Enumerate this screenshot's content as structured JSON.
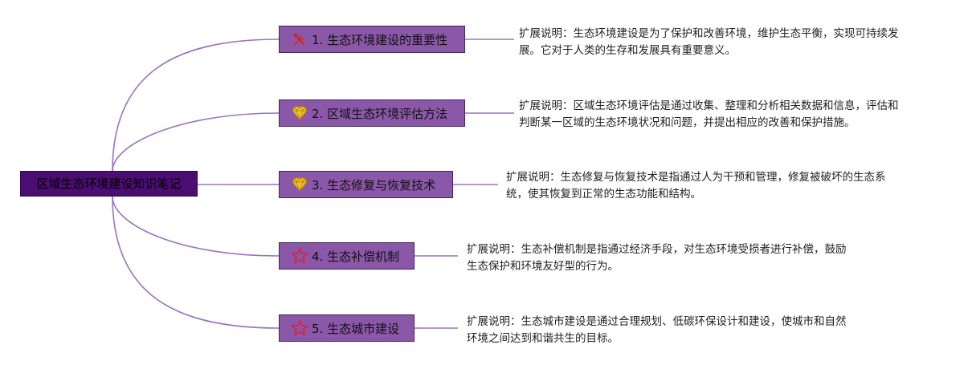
{
  "root": {
    "label": "区域生态环境建设知识笔记"
  },
  "colors": {
    "root_fill": "#4a0d72",
    "branch_fill": "#8b57a8",
    "link": "#9b73c0"
  },
  "branches": [
    {
      "label": "1. 生态环境建设的重要性",
      "icon": "tools-icon",
      "note": [
        "扩展说明：生态环境建设是为了保护和改善环境，维护生态平衡，实现可持续发",
        "展。它对于人类的生存和发展具有重要意义。"
      ]
    },
    {
      "label": "2. 区域生态环境评估方法",
      "icon": "gem-icon",
      "note": [
        "扩展说明：区域生态环境评估是通过收集、整理和分析相关数据和信息，评估和",
        "判断某一区域的生态环境状况和问题，并提出相应的改善和保护措施。"
      ]
    },
    {
      "label": "3. 生态修复与恢复技术",
      "icon": "gem-icon",
      "note": [
        "扩展说明：生态修复与恢复技术是指通过人为干预和管理，修复被破坏的生态系",
        "统，使其恢复到正常的生态功能和结构。"
      ]
    },
    {
      "label": "4. 生态补偿机制",
      "icon": "star-icon",
      "note": [
        "扩展说明：生态补偿机制是指通过经济手段，对生态环境受损者进行补偿，鼓励",
        "生态保护和环境友好型的行为。"
      ]
    },
    {
      "label": "5. 生态城市建设",
      "icon": "star-icon",
      "note": [
        "扩展说明：生态城市建设是通过合理规划、低碳环保设计和建设，使城市和自然",
        "环境之间达到和谐共生的目标。"
      ]
    }
  ]
}
